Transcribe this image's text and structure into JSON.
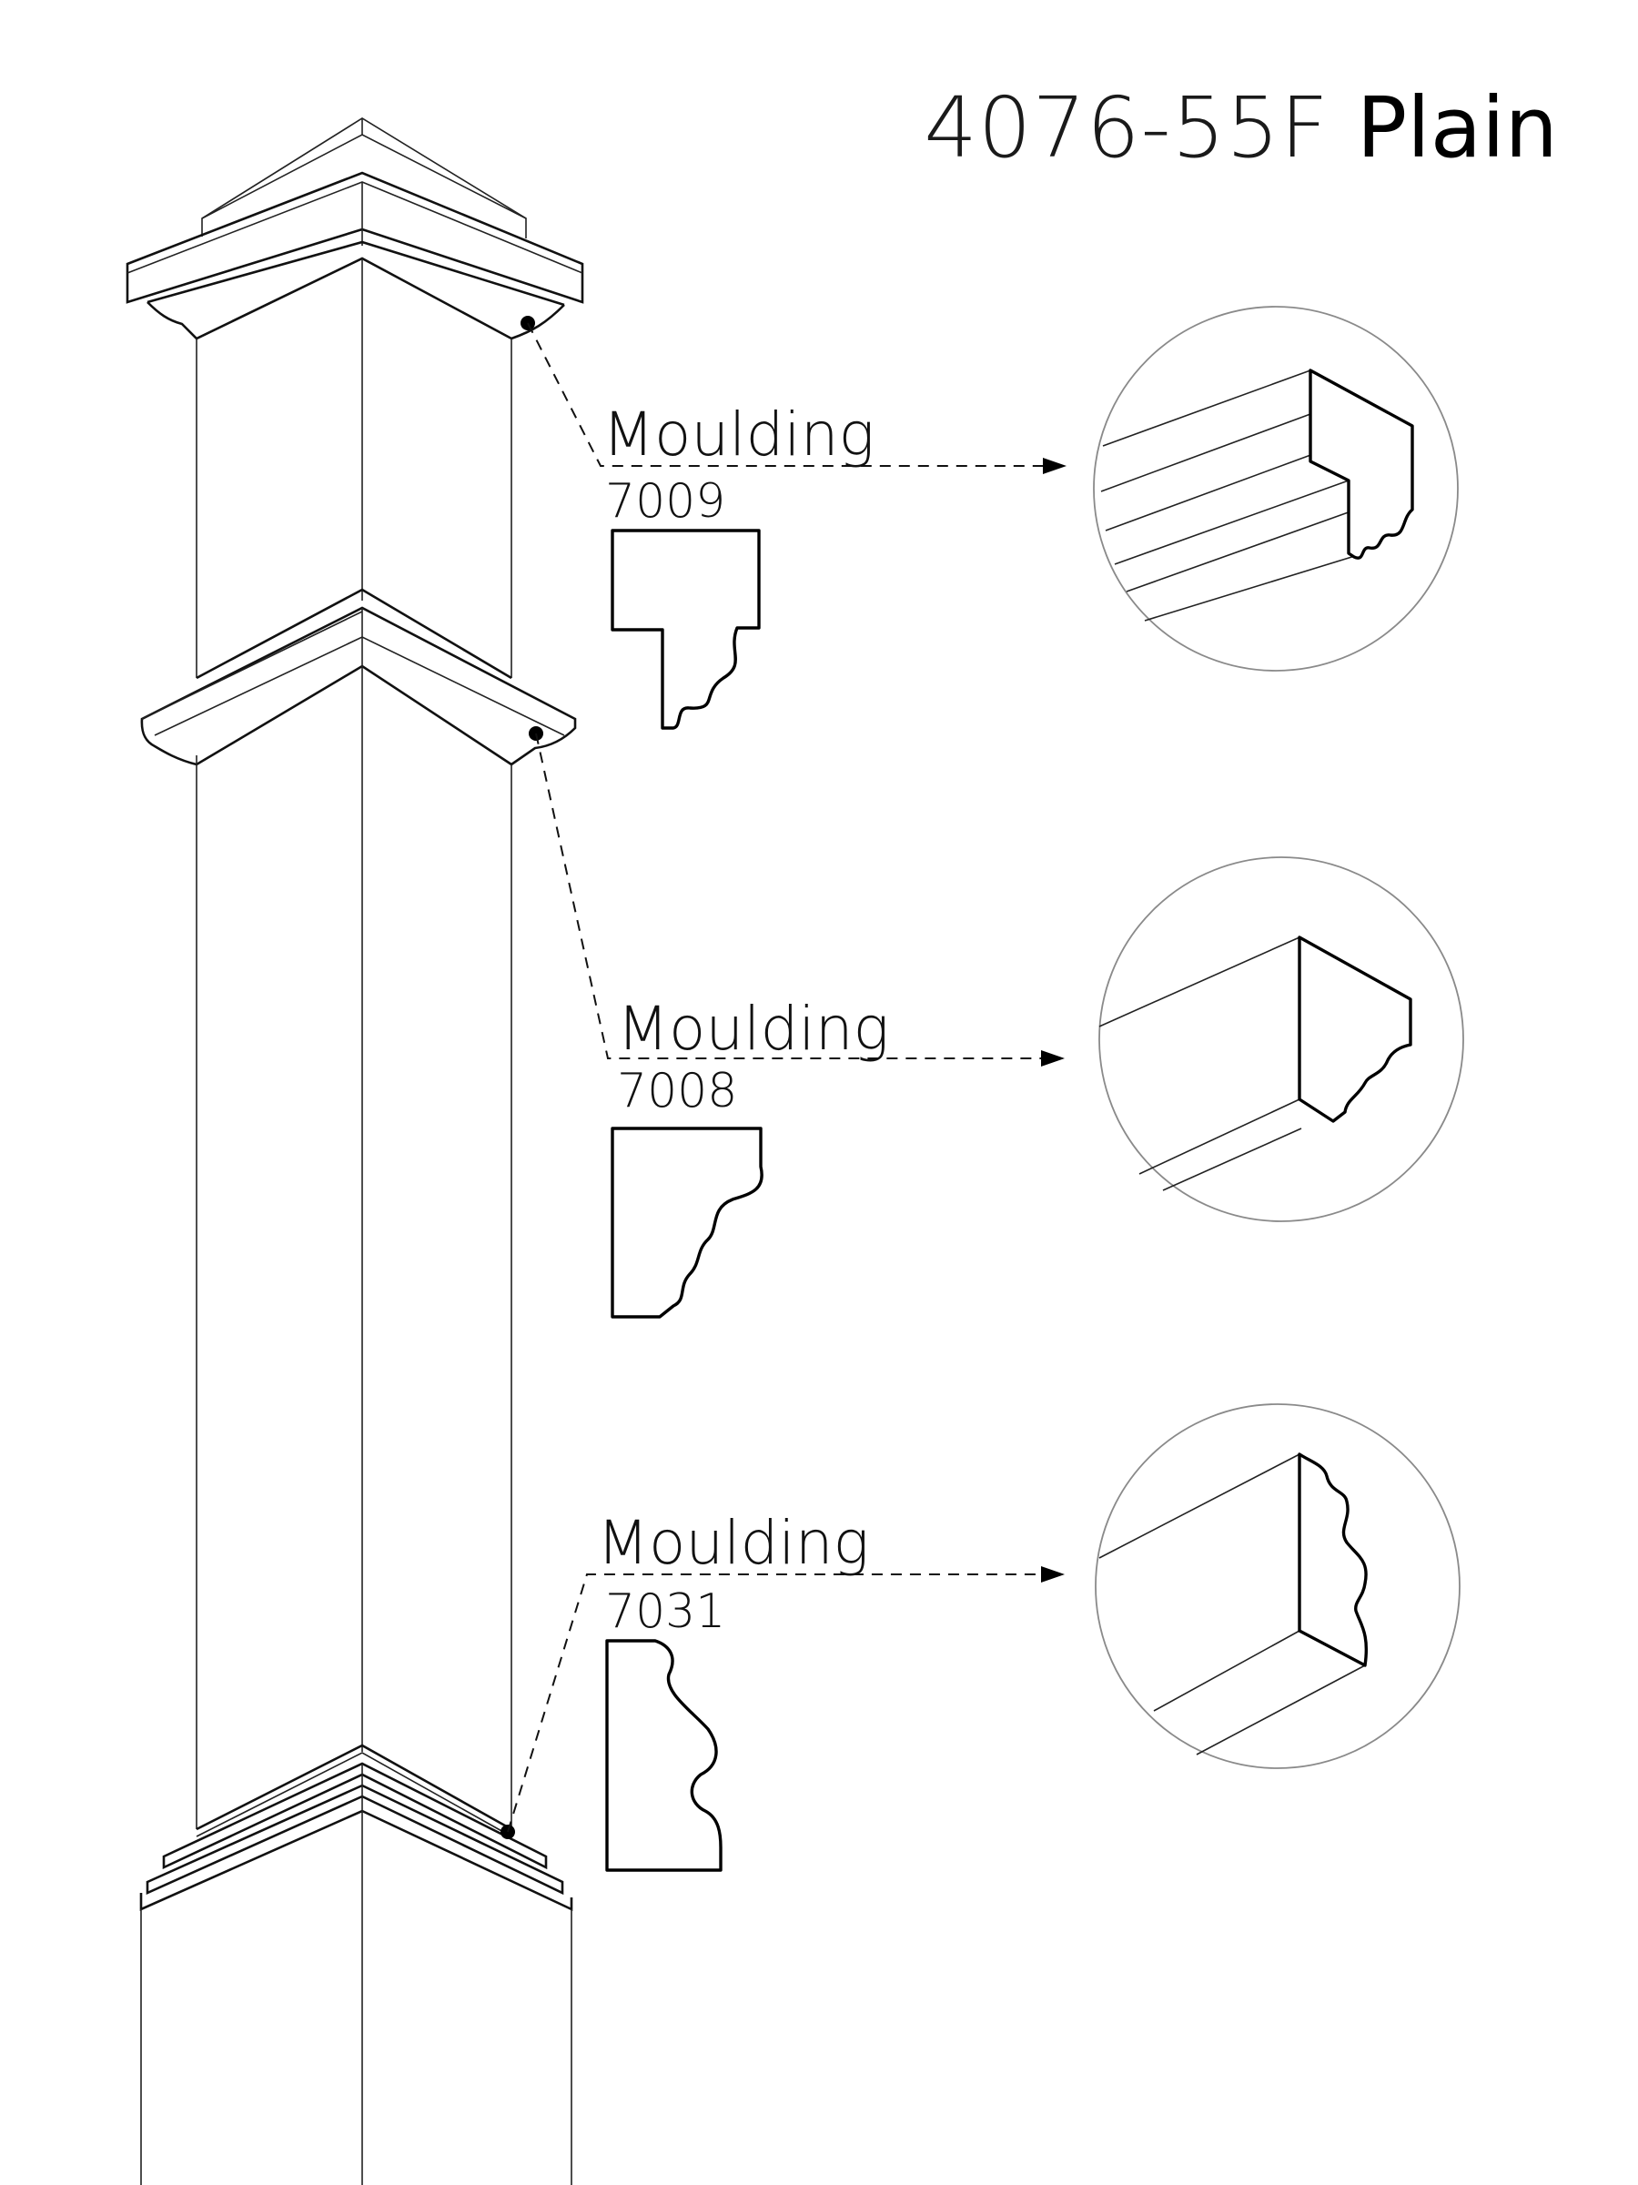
{
  "title": {
    "code": "4076-55F",
    "style": "Plain"
  },
  "callouts": [
    {
      "name": "Moulding",
      "number": "7009"
    },
    {
      "name": "Moulding",
      "number": "7008"
    },
    {
      "name": "Moulding",
      "number": "7031"
    }
  ]
}
